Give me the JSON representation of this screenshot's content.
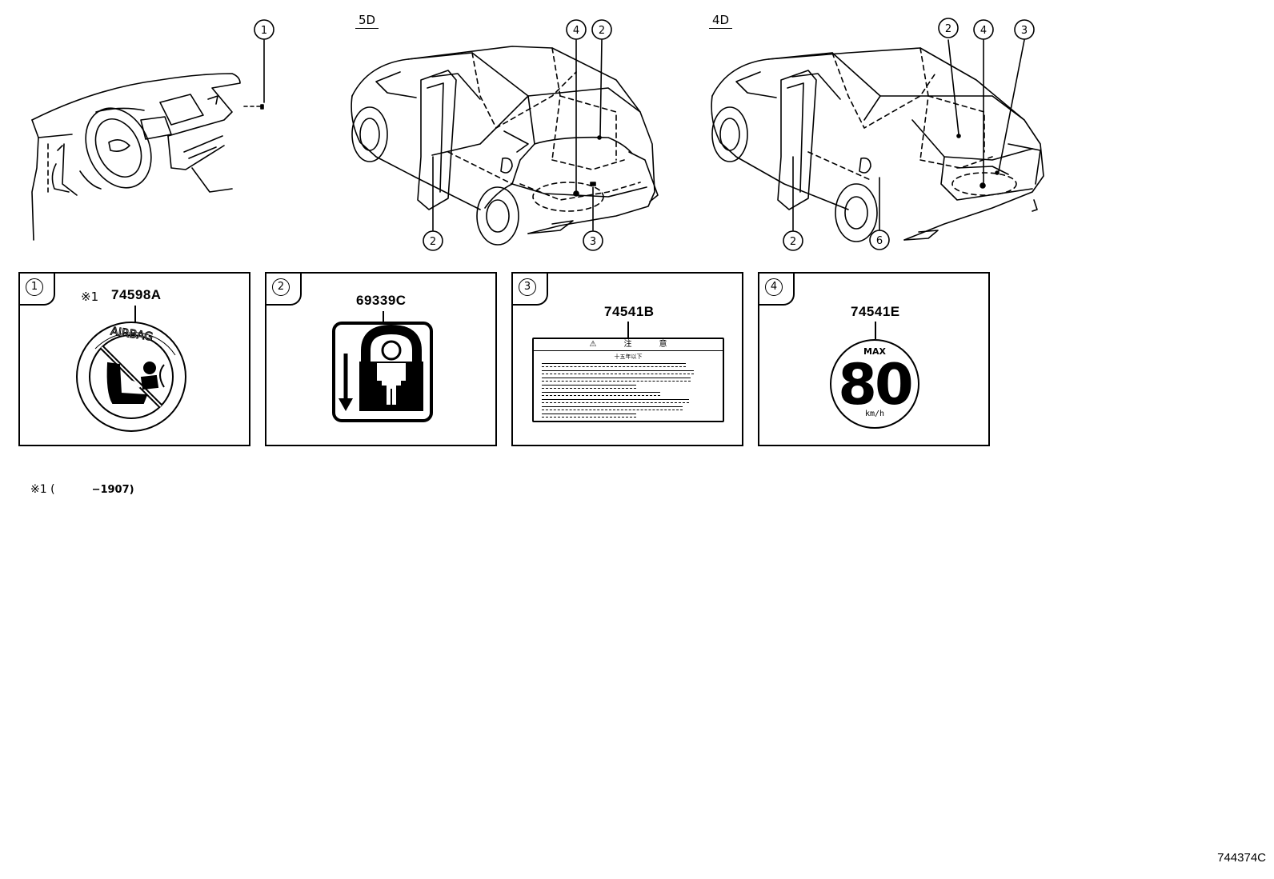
{
  "variants": {
    "five_door": "5D",
    "four_door": "4D"
  },
  "callouts": {
    "c1": "1",
    "c2": "2",
    "c3": "3",
    "c4": "4",
    "c6": "6"
  },
  "panels": [
    {
      "index": "1",
      "part_number": "74598A",
      "ref_mark": "※1",
      "label_type": "airbag-warning-icon"
    },
    {
      "index": "2",
      "part_number": "69339C",
      "label_type": "child-lock-icon"
    },
    {
      "index": "3",
      "part_number": "74541B",
      "label_type": "caution-label",
      "caution_head": [
        "⚠",
        "注",
        "意"
      ],
      "caution_sub": "十五年以下"
    },
    {
      "index": "4",
      "part_number": "74541E",
      "label_type": "speed-limit-label",
      "max_text": "MAX",
      "speed": "80",
      "unit": "km/h"
    }
  ],
  "footnote": {
    "mark": "※1 (",
    "range": "−1907)"
  },
  "diagram_code": "744374C"
}
